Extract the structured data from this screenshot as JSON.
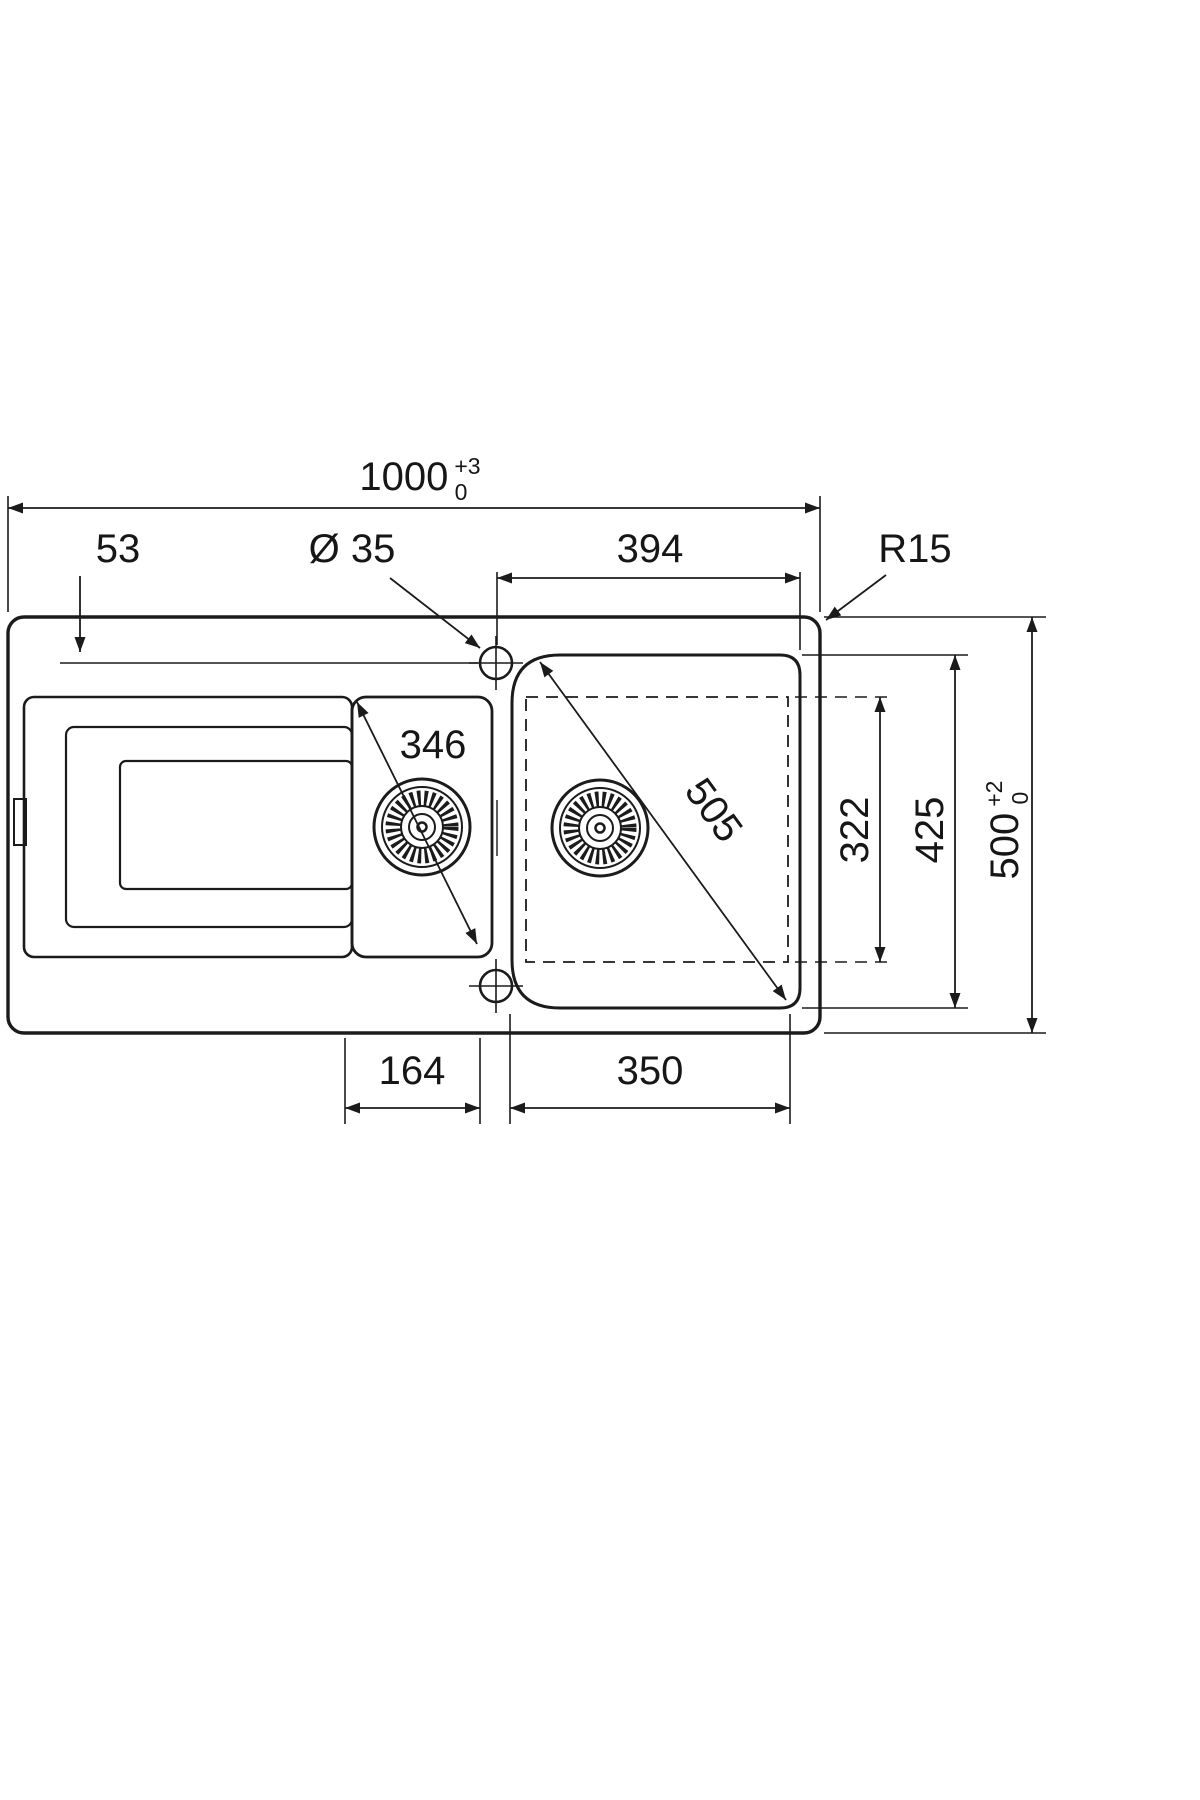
{
  "drawing": {
    "background": "#ffffff",
    "line_color": "#1b1b1b",
    "labels": {
      "overall_width": "1000",
      "overall_width_tol_upper": "+3",
      "overall_width_tol_lower": "0",
      "edge_to_hole": "53",
      "tap_hole_diameter": "Ø 35",
      "main_bowl_top_width": "394",
      "corner_radius": "R15",
      "small_bowl_diagonal": "346",
      "main_bowl_diagonal": "505",
      "main_bowl_inner_depth": "322",
      "main_bowl_outer_depth": "425",
      "overall_depth": "500",
      "overall_depth_tol_upper": "+2",
      "overall_depth_tol_lower": "0",
      "small_bowl_bottom_width": "164",
      "main_bowl_bottom_width": "350"
    }
  }
}
